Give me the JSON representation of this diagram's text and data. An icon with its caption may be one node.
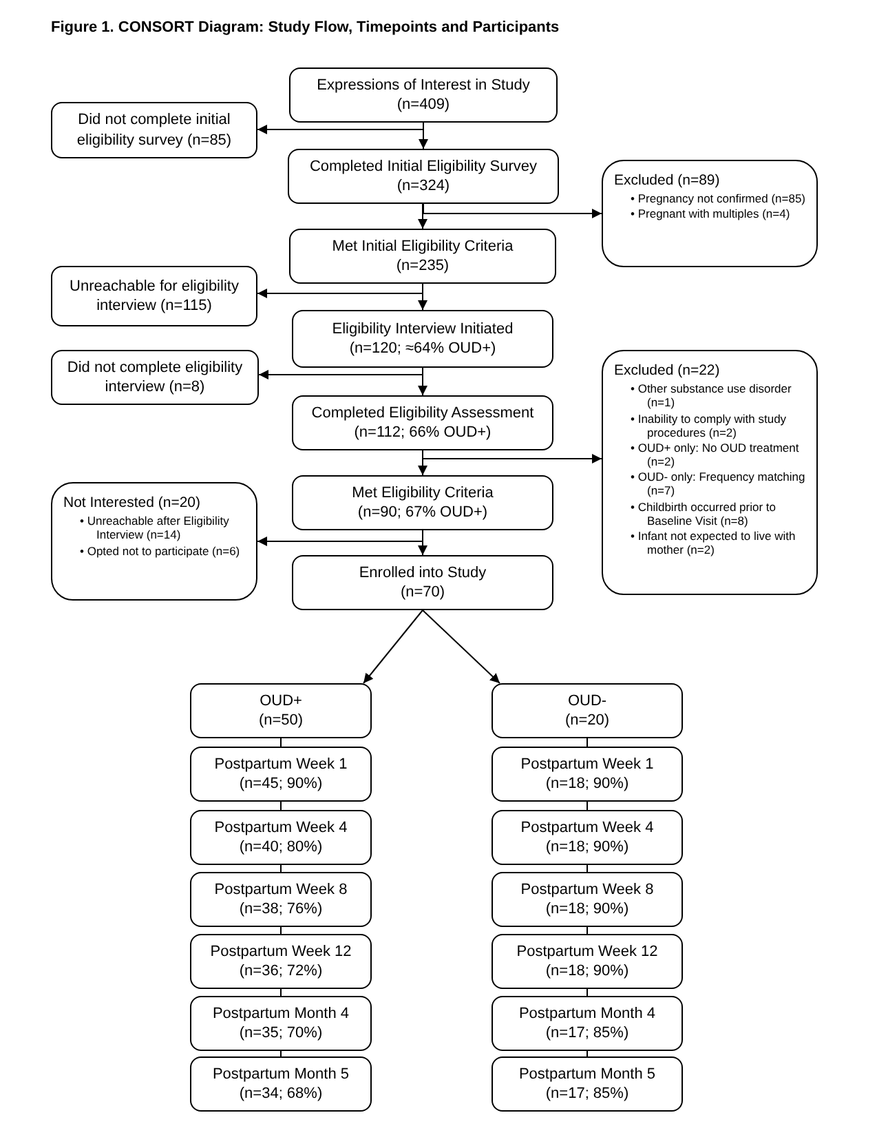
{
  "diagram": {
    "title": "Figure 1. CONSORT Diagram: Study Flow, Timepoints and Participants",
    "nodes": [
      {
        "text": [
          "Expressions of Interest in Study",
          "(n=409)"
        ]
      },
      {
        "text": [
          "Did not complete initial eligibility survey (n=85)"
        ]
      },
      {
        "text": [
          "Completed Initial Eligibility Survey",
          "(n=324)"
        ]
      },
      {
        "text": [
          "Excluded (n=89)",
          "• Pregnancy not confirmed (n=85)",
          "• Pregnant with multiples (n=4)"
        ]
      },
      {
        "text": [
          "Met Initial Eligibility Criteria",
          "(n=235)"
        ]
      },
      {
        "text": [
          "Unreachable for eligibility interview (n=115)"
        ]
      },
      {
        "text": [
          "Eligibility Interview Initiated",
          "(n=120; ≈64% OUD+)"
        ]
      },
      {
        "text": [
          "Did not complete eligibility interview (n=8)"
        ]
      },
      {
        "text": [
          "Completed Eligibility Assessment",
          "(n=112; 66% OUD+)"
        ]
      },
      {
        "text": [
          "Excluded (n=22)",
          "• Other substance use disorder (n=1)",
          "• Inability to comply with study procedures (n=2)",
          "• OUD+ only: No OUD treatment (n=2)",
          "• OUD- only: Frequency matching (n=7)",
          "• Childbirth occurred prior to Baseline Visit (n=8)",
          "• Infant not expected to live with mother (n=2)"
        ]
      },
      {
        "text": [
          "Met Eligibility Criteria",
          "(n=90; 67% OUD+)"
        ]
      },
      {
        "text": [
          "Not Interested (n=20)",
          "• Unreachable after Eligibility Interview (n=14)",
          "• Opted not to participate (n=6)"
        ]
      },
      {
        "text": [
          "Enrolled into Study",
          "(n=70)"
        ]
      },
      {
        "text": [
          "OUD+",
          "(n=50)"
        ]
      },
      {
        "text": [
          "Postpartum Week 1",
          "(n=45; 90%)"
        ]
      },
      {
        "text": [
          "Postpartum Week 4",
          "(n=40; 80%)"
        ]
      },
      {
        "text": [
          "Postpartum Week 8",
          "(n=38; 76%)"
        ]
      },
      {
        "text": [
          "Postpartum Week 12",
          "(n=36; 72%)"
        ]
      },
      {
        "text": [
          "Postpartum Month 4",
          "(n=35; 70%)"
        ]
      },
      {
        "text": [
          "Postpartum Month 5",
          "(n=34; 68%)"
        ]
      },
      {
        "text": [
          "OUD-",
          "(n=20)"
        ]
      },
      {
        "text": [
          "Postpartum Week 1",
          "(n=18; 90%)"
        ]
      },
      {
        "text": [
          "Postpartum Week 4",
          "(n=18; 90%)"
        ]
      },
      {
        "text": [
          "Postpartum Week 8",
          "(n=18; 90%)"
        ]
      },
      {
        "text": [
          "Postpartum Week 12",
          "(n=18; 90%)"
        ]
      },
      {
        "text": [
          "Postpartum Month 4",
          "(n=17; 85%)"
        ]
      },
      {
        "text": [
          "Postpartum Month 5",
          "(n=17; 85%)"
        ]
      }
    ],
    "edges": [
      {
        "from": 0,
        "to": 2,
        "arrow": "to"
      },
      {
        "from": 0,
        "to": 1,
        "arrow": "to"
      },
      {
        "from": 2,
        "to": 4,
        "arrow": "to"
      },
      {
        "from": 2,
        "to": 3,
        "arrow": "to"
      },
      {
        "from": 4,
        "to": 6,
        "arrow": "to"
      },
      {
        "from": 4,
        "to": 5,
        "arrow": "to"
      },
      {
        "from": 6,
        "to": 8,
        "arrow": "to"
      },
      {
        "from": 6,
        "to": 7,
        "arrow": "to"
      },
      {
        "from": 8,
        "to": 10,
        "arrow": "to"
      },
      {
        "from": 8,
        "to": 9,
        "arrow": "to"
      },
      {
        "from": 10,
        "to": 12,
        "arrow": "to"
      },
      {
        "from": 10,
        "to": 11,
        "arrow": "to"
      },
      {
        "from": 12,
        "to": 13,
        "arrow": "to"
      },
      {
        "from": 12,
        "to": 20,
        "arrow": "to"
      },
      {
        "from": 13,
        "to": 14,
        "arrow": "none"
      },
      {
        "from": 14,
        "to": 15,
        "arrow": "none"
      },
      {
        "from": 15,
        "to": 16,
        "arrow": "none"
      },
      {
        "from": 16,
        "to": 17,
        "arrow": "none"
      },
      {
        "from": 17,
        "to": 18,
        "arrow": "none"
      },
      {
        "from": 18,
        "to": 19,
        "arrow": "none"
      },
      {
        "from": 20,
        "to": 21,
        "arrow": "none"
      },
      {
        "from": 21,
        "to": 22,
        "arrow": "none"
      },
      {
        "from": 22,
        "to": 23,
        "arrow": "none"
      },
      {
        "from": 23,
        "to": 24,
        "arrow": "none"
      },
      {
        "from": 24,
        "to": 25,
        "arrow": "none"
      },
      {
        "from": 25,
        "to": 26,
        "arrow": "none"
      }
    ]
  }
}
